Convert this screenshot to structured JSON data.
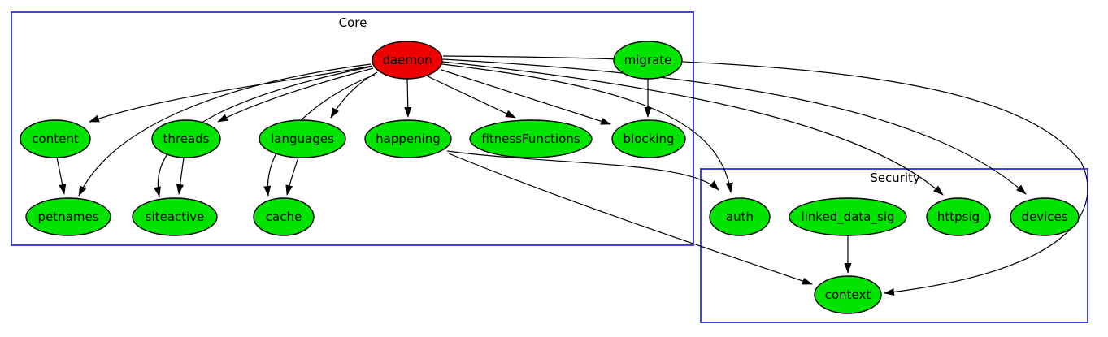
{
  "diagram": {
    "kind": "dependency-graph",
    "background_color": "#ffffff",
    "edge_color": "#000000",
    "cluster_border_color": "#4343e0",
    "clusters": {
      "core": {
        "label": "Core"
      },
      "security": {
        "label": "Security"
      }
    },
    "nodes": {
      "daemon": {
        "label": "daemon",
        "fill": "#ee0000",
        "cluster": "Core"
      },
      "migrate": {
        "label": "migrate",
        "fill": "#00e400",
        "cluster": "Core"
      },
      "content": {
        "label": "content",
        "fill": "#00e400",
        "cluster": "Core"
      },
      "threads": {
        "label": "threads",
        "fill": "#00e400",
        "cluster": "Core"
      },
      "languages": {
        "label": "languages",
        "fill": "#00e400",
        "cluster": "Core"
      },
      "happening": {
        "label": "happening",
        "fill": "#00e400",
        "cluster": "Core"
      },
      "fitnessFunctions": {
        "label": "fitnessFunctions",
        "fill": "#00e400",
        "cluster": "Core"
      },
      "blocking": {
        "label": "blocking",
        "fill": "#00e400",
        "cluster": "Core"
      },
      "petnames": {
        "label": "petnames",
        "fill": "#00e400",
        "cluster": "Core"
      },
      "siteactive": {
        "label": "siteactive",
        "fill": "#00e400",
        "cluster": "Core"
      },
      "cache": {
        "label": "cache",
        "fill": "#00e400",
        "cluster": "Core"
      },
      "auth": {
        "label": "auth",
        "fill": "#00e400",
        "cluster": "Security"
      },
      "linked_data_sig": {
        "label": "linked_data_sig",
        "fill": "#00e400",
        "cluster": "Security"
      },
      "httpsig": {
        "label": "httpsig",
        "fill": "#00e400",
        "cluster": "Security"
      },
      "devices": {
        "label": "devices",
        "fill": "#00e400",
        "cluster": "Security"
      },
      "context": {
        "label": "context",
        "fill": "#00e400",
        "cluster": "Security"
      }
    },
    "edges": [
      [
        "daemon",
        "content"
      ],
      [
        "daemon",
        "threads"
      ],
      [
        "daemon",
        "languages"
      ],
      [
        "daemon",
        "happening"
      ],
      [
        "daemon",
        "fitnessFunctions"
      ],
      [
        "daemon",
        "blocking"
      ],
      [
        "daemon",
        "petnames"
      ],
      [
        "daemon",
        "siteactive"
      ],
      [
        "daemon",
        "cache"
      ],
      [
        "daemon",
        "auth"
      ],
      [
        "daemon",
        "httpsig"
      ],
      [
        "daemon",
        "devices"
      ],
      [
        "daemon",
        "context"
      ],
      [
        "migrate",
        "blocking"
      ],
      [
        "content",
        "petnames"
      ],
      [
        "threads",
        "siteactive"
      ],
      [
        "languages",
        "cache"
      ],
      [
        "happening",
        "auth"
      ],
      [
        "happening",
        "context"
      ],
      [
        "linked_data_sig",
        "context"
      ]
    ]
  }
}
